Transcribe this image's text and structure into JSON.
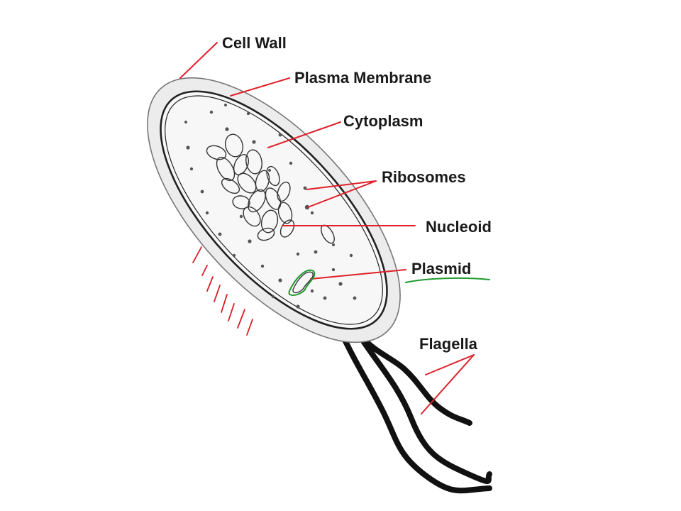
{
  "labels": {
    "cell_wall": "Cell Wall",
    "plasma_membrane": "Plasma Membrane",
    "cytoplasm": "Cytoplasm",
    "ribosomes": "Ribosomes",
    "nucleoid": "Nucleoid",
    "plasmid": "Plasmid",
    "flagella": "Flagella"
  },
  "colors": {
    "leader_lines": "#e0202a",
    "plasmid_highlight": "#1f9a2e",
    "cell_wall_fill": "#ececec",
    "cytoplasm_fill": "#f7f7f7"
  }
}
